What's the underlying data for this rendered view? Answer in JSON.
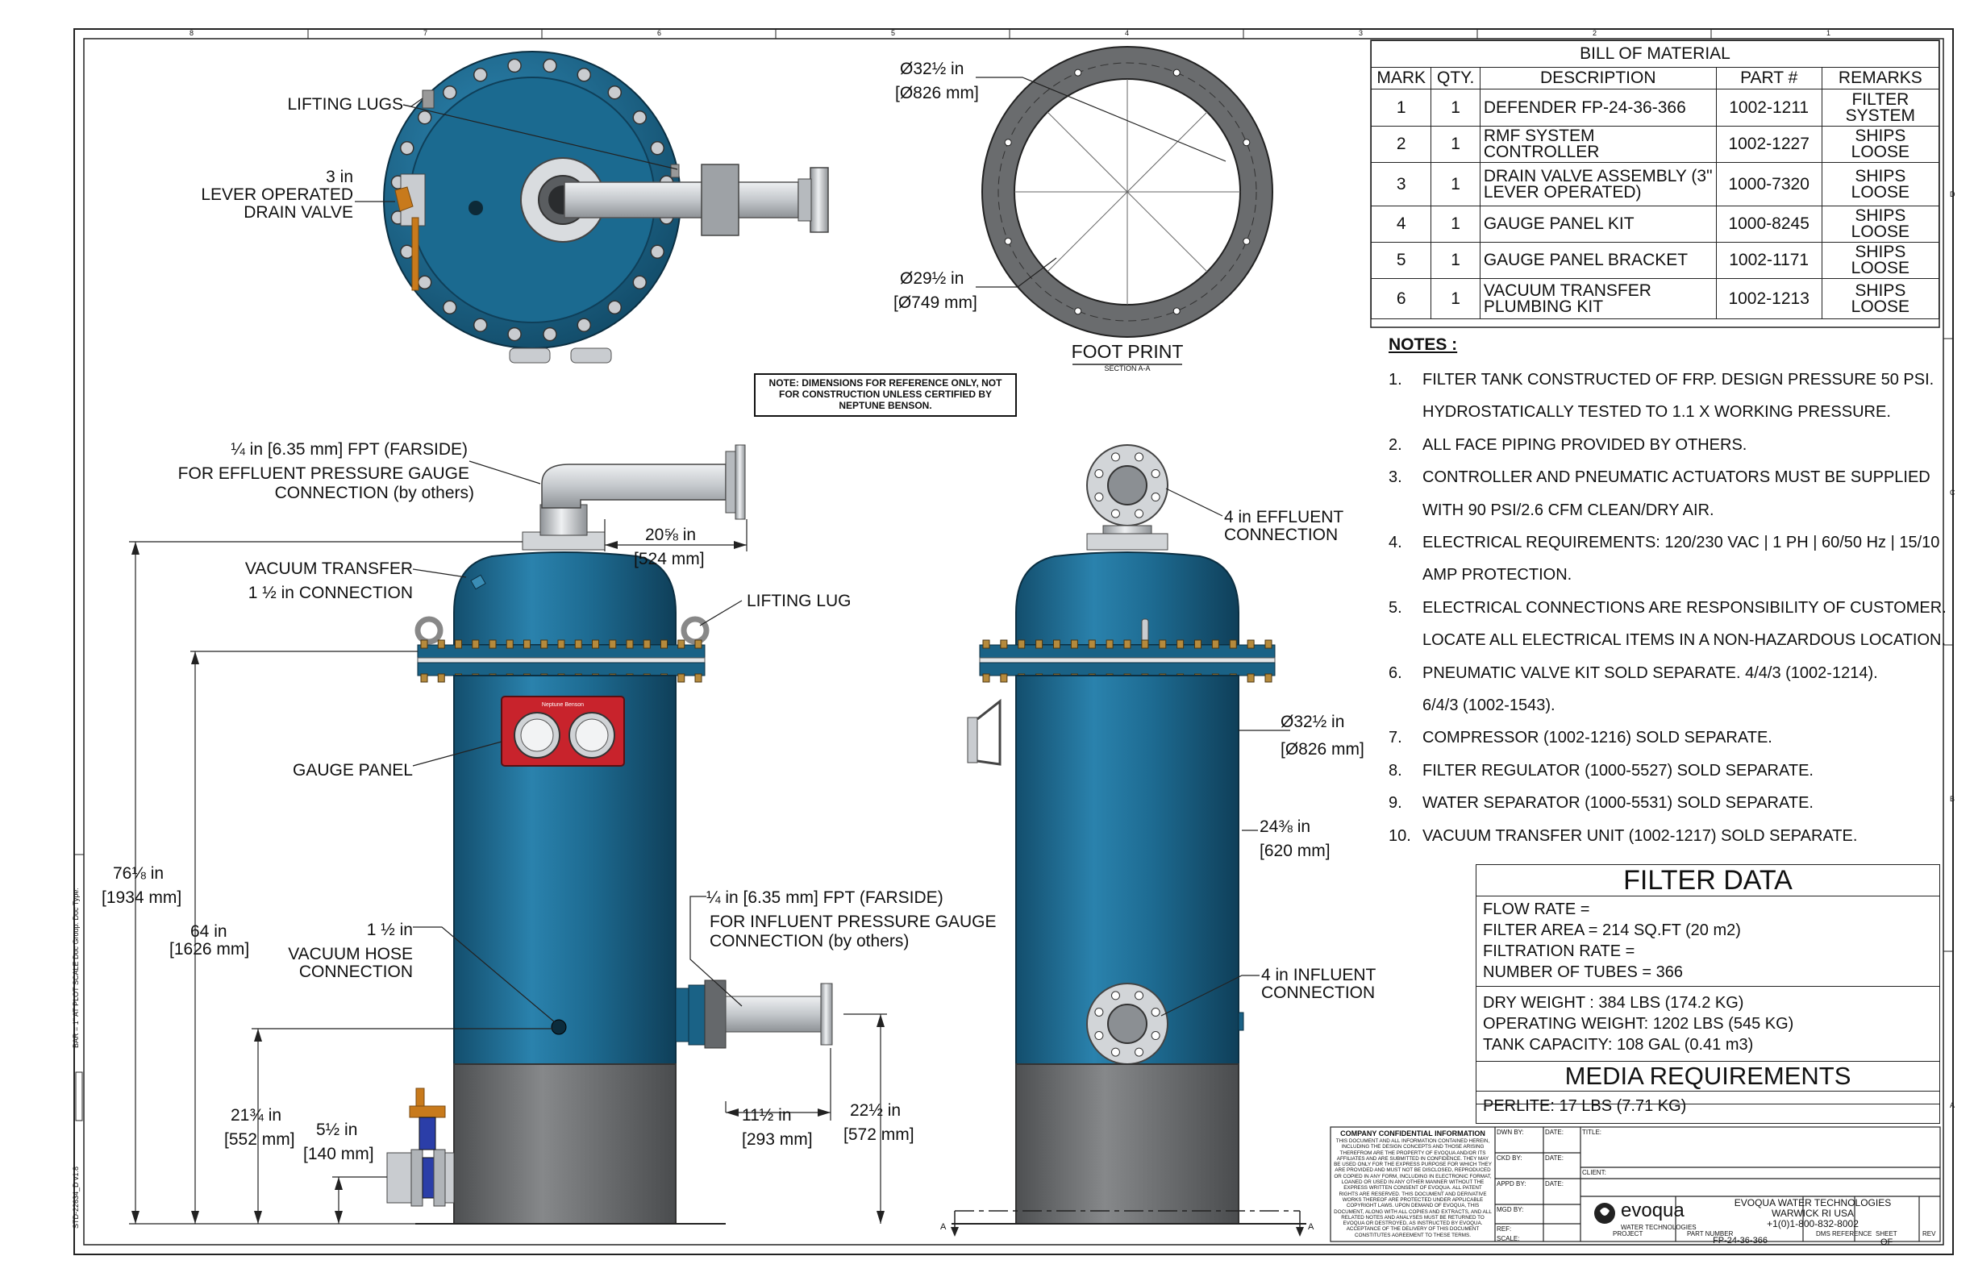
{
  "labels": {
    "lifting_lugs": "LIFTING LUGS",
    "drain_valve_1": "3 in",
    "drain_valve_2": "LEVER OPERATED",
    "drain_valve_3": "DRAIN VALVE",
    "fp_outer_in": "Ø32½ in",
    "fp_outer_mm": "[Ø826 mm]",
    "fp_inner_in": "Ø29½ in",
    "fp_inner_mm": "[Ø749 mm]",
    "foot_print": "FOOT PRINT",
    "section": "SECTION A-A",
    "ref_note": "NOTE: DIMENSIONS FOR REFERENCE ONLY, NOT FOR CONSTRUCTION UNLESS CERTIFIED BY NEPTUNE BENSON.",
    "eff_fpt_1": "¼ in [6.35 mm] FPT (FARSIDE)",
    "eff_fpt_2": "FOR EFFLUENT PRESSURE GAUGE",
    "eff_fpt_3": "CONNECTION (by others)",
    "dim_20_in": "20⅝ in",
    "dim_20_mm": "[524 mm]",
    "vac_transfer_1": "VACUUM TRANSFER",
    "vac_transfer_2": "1 ½ in CONNECTION",
    "lifting_lug": "LIFTING LUG",
    "gauge_panel": "GAUGE PANEL",
    "dim_76_in": "76⅛ in",
    "dim_76_mm": "[1934 mm]",
    "dim_64_in": "64 in",
    "dim_64_mm": "[1626 mm]",
    "vac_hose_1": "1 ½ in",
    "vac_hose_2": "VACUUM HOSE",
    "vac_hose_3": "CONNECTION",
    "inf_fpt_1": "¼ in [6.35 mm] FPT (FARSIDE)",
    "inf_fpt_2": "FOR INFLUENT PRESSURE GAUGE",
    "inf_fpt_3": "CONNECTION (by others)",
    "dim_21_in": "21¾ in",
    "dim_21_mm": "[552 mm]",
    "dim_5_in": "5½ in",
    "dim_5_mm": "[140 mm]",
    "dim_11_in": "11½ in",
    "dim_11_mm": "[293 mm]",
    "dim_22_in": "22½ in",
    "dim_22_mm": "[572 mm]",
    "eff_conn_1": "4 in EFFLUENT",
    "eff_conn_2": "CONNECTION",
    "side_dia_in": "Ø32½ in",
    "side_dia_mm": "[Ø826 mm]",
    "dim_24_in": "24⅜ in",
    "dim_24_mm": "[620 mm]",
    "inf_conn_1": "4 in INFLUENT",
    "inf_conn_2": "CONNECTION",
    "section_a_left": "A",
    "section_a_right": "A",
    "panel_brand": "Neptune Benson"
  },
  "bom": {
    "title": "BILL OF MATERIAL",
    "headers": [
      "MARK",
      "QTY.",
      "DESCRIPTION",
      "PART #",
      "REMARKS"
    ],
    "rows": [
      [
        "1",
        "1",
        "DEFENDER FP-24-36-366",
        "1002-1211",
        "FILTER SYSTEM"
      ],
      [
        "2",
        "1",
        "RMF SYSTEM CONTROLLER",
        "1002-1227",
        "SHIPS LOOSE"
      ],
      [
        "3",
        "1",
        "DRAIN VALVE ASSEMBLY (3\" LEVER OPERATED)",
        "1000-7320",
        "SHIPS LOOSE"
      ],
      [
        "4",
        "1",
        "GAUGE PANEL KIT",
        "1000-8245",
        "SHIPS LOOSE"
      ],
      [
        "5",
        "1",
        "GAUGE PANEL BRACKET",
        "1002-1171",
        "SHIPS LOOSE"
      ],
      [
        "6",
        "1",
        "VACUUM TRANSFER PLUMBING KIT",
        "1002-1213",
        "SHIPS LOOSE"
      ]
    ]
  },
  "notes": {
    "title": "NOTES :",
    "items": [
      {
        "num": "1.",
        "text": "FILTER TANK CONSTRUCTED OF FRP. DESIGN PRESSURE 50 PSI."
      },
      {
        "num": "",
        "text": "HYDROSTATICALLY TESTED TO 1.1 X WORKING PRESSURE."
      },
      {
        "num": "2.",
        "text": "ALL FACE PIPING PROVIDED BY OTHERS."
      },
      {
        "num": "3.",
        "text": "CONTROLLER AND PNEUMATIC ACTUATORS MUST BE SUPPLIED"
      },
      {
        "num": "",
        "text": "WITH 90 PSI/2.6 CFM CLEAN/DRY AIR."
      },
      {
        "num": "4.",
        "text": "ELECTRICAL REQUIREMENTS: 120/230 VAC | 1 PH | 60/50 Hz | 15/10"
      },
      {
        "num": "",
        "text": "AMP PROTECTION."
      },
      {
        "num": "5.",
        "text": "ELECTRICAL CONNECTIONS ARE RESPONSIBILITY OF CUSTOMER."
      },
      {
        "num": "",
        "text": "LOCATE ALL ELECTRICAL ITEMS IN A NON-HAZARDOUS LOCATION."
      },
      {
        "num": "6.",
        "text": "PNEUMATIC VALVE KIT SOLD SEPARATE.  4/4/3 (1002-1214)."
      },
      {
        "num": "",
        "text": "6/4/3 (1002-1543)."
      },
      {
        "num": "7.",
        "text": "COMPRESSOR (1002-1216) SOLD SEPARATE."
      },
      {
        "num": "8.",
        "text": "FILTER REGULATOR (1000-5527) SOLD SEPARATE."
      },
      {
        "num": "9.",
        "text": "WATER SEPARATOR (1000-5531) SOLD SEPARATE."
      },
      {
        "num": "10.",
        "text": "VACUUM TRANSFER UNIT (1002-1217) SOLD SEPARATE."
      }
    ]
  },
  "filter_data": {
    "title": "FILTER DATA",
    "flow_rate": "FLOW RATE =",
    "filter_area": "FILTER AREA =  214 SQ.FT (20 m2)",
    "filtration_rate": "FILTRATION RATE =",
    "tubes": "NUMBER OF TUBES =  366",
    "dry_weight": "DRY WEIGHT :  384 LBS (174.2 KG)",
    "operating_weight": "OPERATING WEIGHT:  1202 LBS (545 KG)",
    "tank_capacity": "TANK CAPACITY:  108 GAL (0.41 m3)"
  },
  "media": {
    "title": "MEDIA REQUIREMENTS",
    "perlite": "PERLITE:   17 LBS (7.71 KG)"
  },
  "title_block": {
    "confidential_title": "COMPANY CONFIDENTIAL INFORMATION",
    "confidential_text": "THIS DOCUMENT AND ALL INFORMATION CONTAINED HEREIN, INCLUDING THE DESIGN CONCEPTS AND THOSE ARISING THEREFROM ARE THE PROPERTY OF EVOQUA AND/OR ITS AFFILIATES AND ARE SUBMITTED IN CONFIDENCE. THEY MAY BE USED ONLY FOR THE EXPRESS PURPOSE FOR WHICH THEY ARE PROVIDED AND MUST NOT BE DISCLOSED, REPRODUCED OR COPIED IN ANY FORM, INCLUDING IN ELECTRONIC FORMAT, LOANED OR USED IN ANY OTHER MANNER WITHOUT THE EXPRESS WRITTEN CONSENT OF EVOQUA. ALL PATENT RIGHTS ARE RESERVED. THIS DOCUMENT AND DERIVATIVE WORKS THEREOF ARE PROTECTED UNDER APPLICABLE COPYRIGHT LAWS. UPON DEMAND OF EVOQUA, THIS DOCUMENT, ALONG WITH ALL COPIES AND EXTRACTS, AND ALL RELATED NOTES AND ANALYSES MUST BE RETURNED TO EVOQUA OR DESTROYED, AS INSTRUCTED BY EVOQUA. ACCEPTANCE OF THE DELIVERY OF THIS DOCUMENT CONSTITUTES AGREEMENT TO THESE TERMS.",
    "dwn_by": "DWN BY:",
    "ckd_by": "CKD BY:",
    "appd_by": "APPD BY:",
    "mgd_by": "MGD BY:",
    "ref": "REF:",
    "scale": "SCALE:",
    "date": "DATE:",
    "title": "TITLE:",
    "client": "CLIENT:",
    "company": "EVOQUA WATER TECHNOLOGIES",
    "city": "WARWICK RI USA",
    "phone": "+1(0)1-800-832-8002",
    "logo_text": "evoqua",
    "logo_sub": "WATER TECHNOLOGIES",
    "project": "PROJECT",
    "part_number_label": "PART NUMBER",
    "part_number": "FP-24-36-366",
    "dms_ref": "DMS REFERENCE",
    "sheet": "SHEET",
    "of": "OF",
    "rev": "REV"
  },
  "margin_text": {
    "template": "STD-22634_D v1.8",
    "bar": "BAR = 1\" AT PLOT SCALE   Doc Group:   Doc Type:"
  },
  "zones": {
    "cols": [
      "8",
      "7",
      "6",
      "5",
      "4",
      "3",
      "2",
      "1"
    ],
    "rows": [
      "D",
      "C",
      "B",
      "A"
    ]
  },
  "colors": {
    "tank_blue": "#1e6c93",
    "tank_dark": "#134e6d",
    "skirt_gray": "#6a6c6e",
    "pipe_gray": "#c9ccd0",
    "panel_red": "#c8232c",
    "valve_blue": "#2b3ea8",
    "valve_orange": "#c87a1c"
  }
}
